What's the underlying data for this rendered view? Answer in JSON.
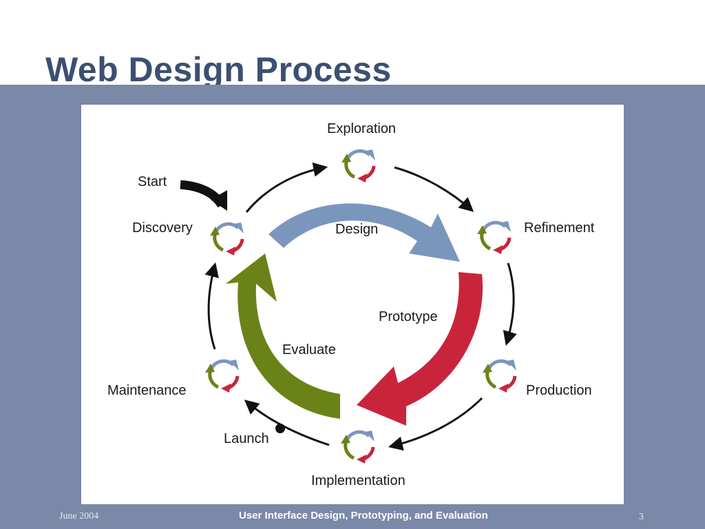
{
  "slide": {
    "title": "Web Design Process",
    "footer": {
      "date": "June 2004",
      "course": "User Interface Design, Prototyping, and Evaluation",
      "page_number": "3"
    }
  },
  "diagram": {
    "start_label": "Start",
    "stages": [
      "Exploration",
      "Refinement",
      "Production",
      "Implementation",
      "Maintenance",
      "Discovery"
    ],
    "launch_label": "Launch",
    "phases": [
      "Design",
      "Prototype",
      "Evaluate"
    ],
    "colors": {
      "design": "#7b96bd",
      "prototype": "#c8253c",
      "evaluate": "#6b8218",
      "cycle_arrow": "#111111"
    }
  }
}
